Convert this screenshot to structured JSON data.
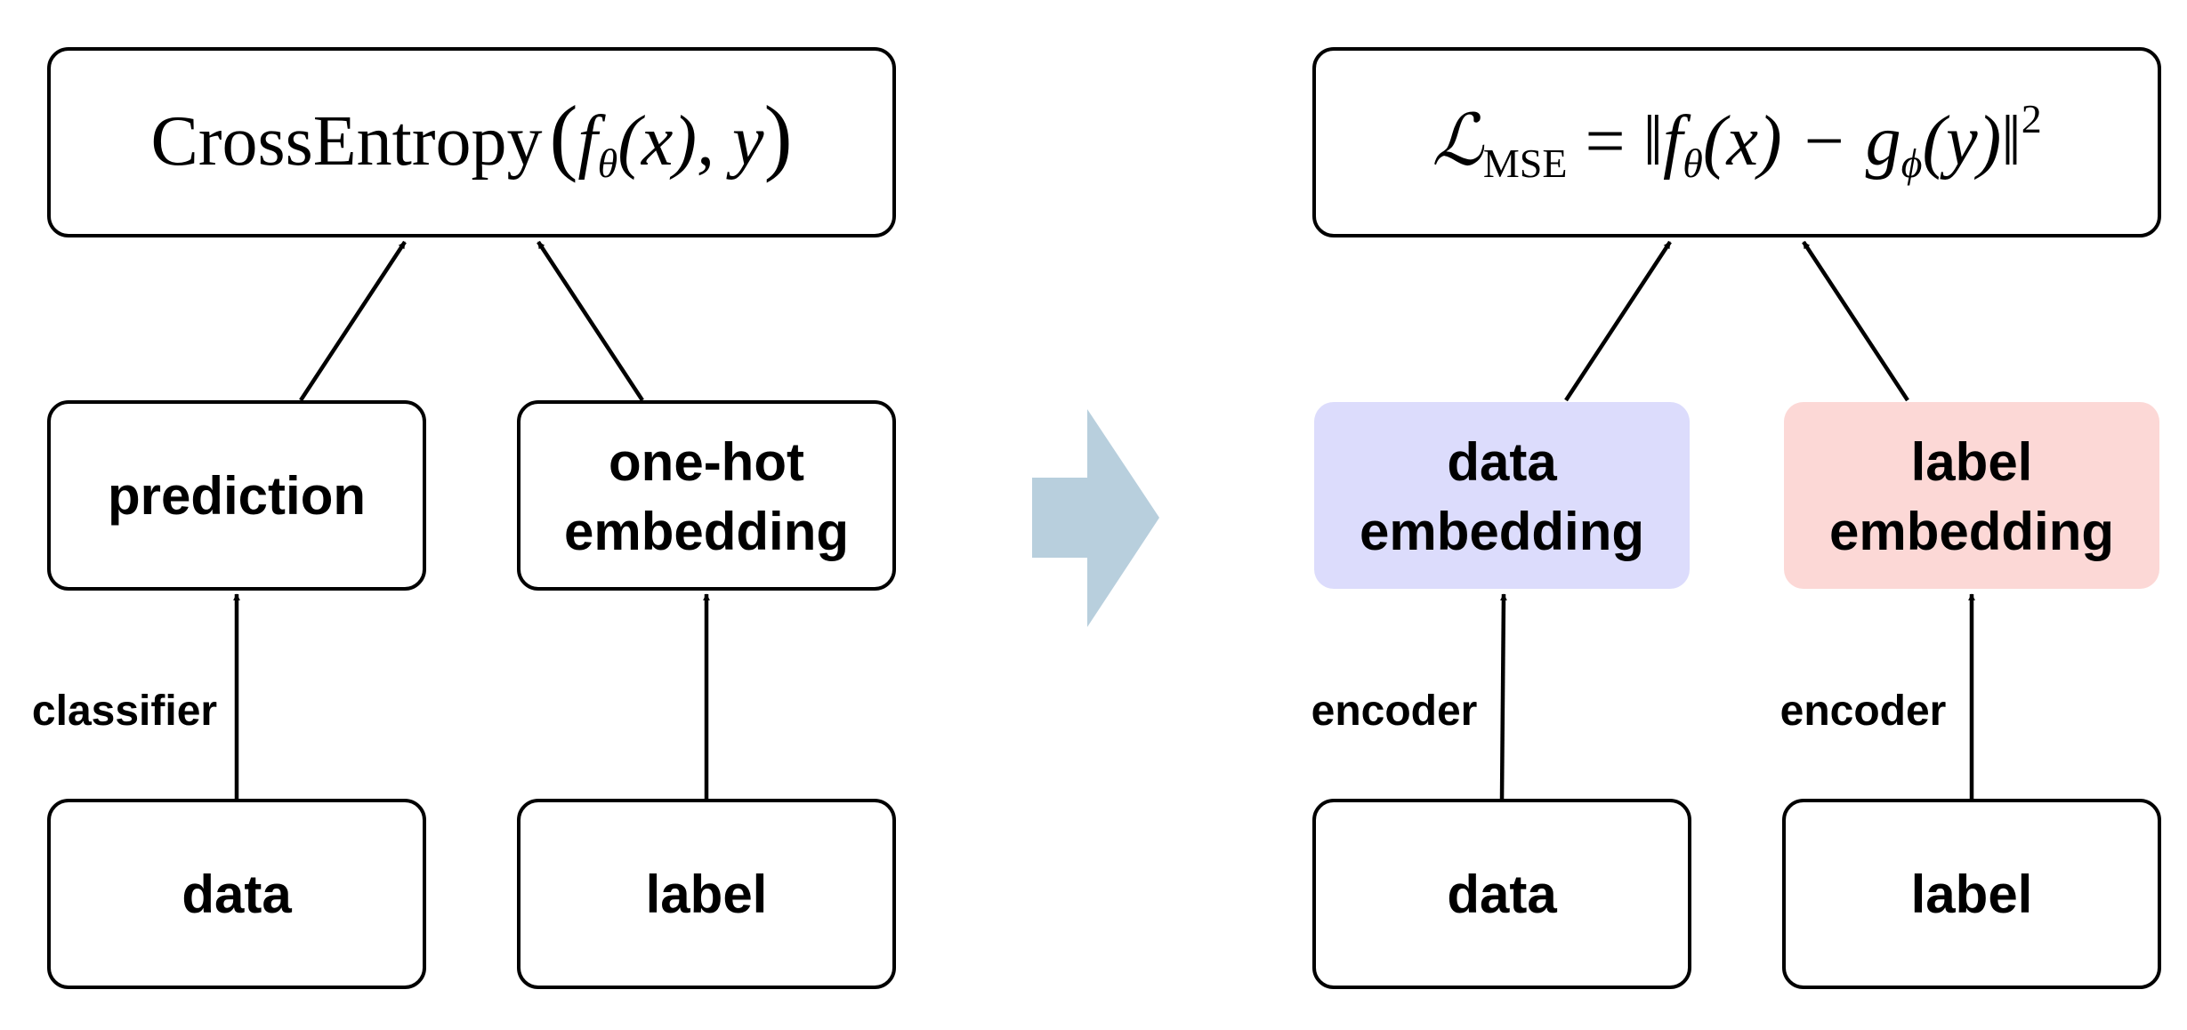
{
  "left_panel": {
    "loss": {
      "prefix": "CrossEntropy",
      "f": "f",
      "theta": "θ",
      "args": "(x), y"
    },
    "prediction_label": "prediction",
    "onehot_line1": "one-hot",
    "onehot_line2": "embedding",
    "classifier_label": "classifier",
    "data_label": "data",
    "label_label": "label"
  },
  "right_panel": {
    "loss": {
      "script_L": "ℒ",
      "sub": "MSE",
      "equals": " = ‖",
      "f": "f",
      "theta": "θ",
      "mid": "(x) − ",
      "g": "g",
      "phi": "ϕ",
      "end": "(y)‖",
      "power": "2"
    },
    "data_embedding_line1": "data",
    "data_embedding_line2": "embedding",
    "label_embedding_line1": "label",
    "label_embedding_line2": "embedding",
    "encoder_left": "encoder",
    "encoder_right": "encoder",
    "data_label": "data",
    "label_label": "label"
  },
  "colors": {
    "transition_arrow": "#b8cfdd",
    "data_embedding_fill": "#dcdcfc",
    "label_embedding_fill": "#fcd8d6",
    "stroke": "#000000"
  }
}
